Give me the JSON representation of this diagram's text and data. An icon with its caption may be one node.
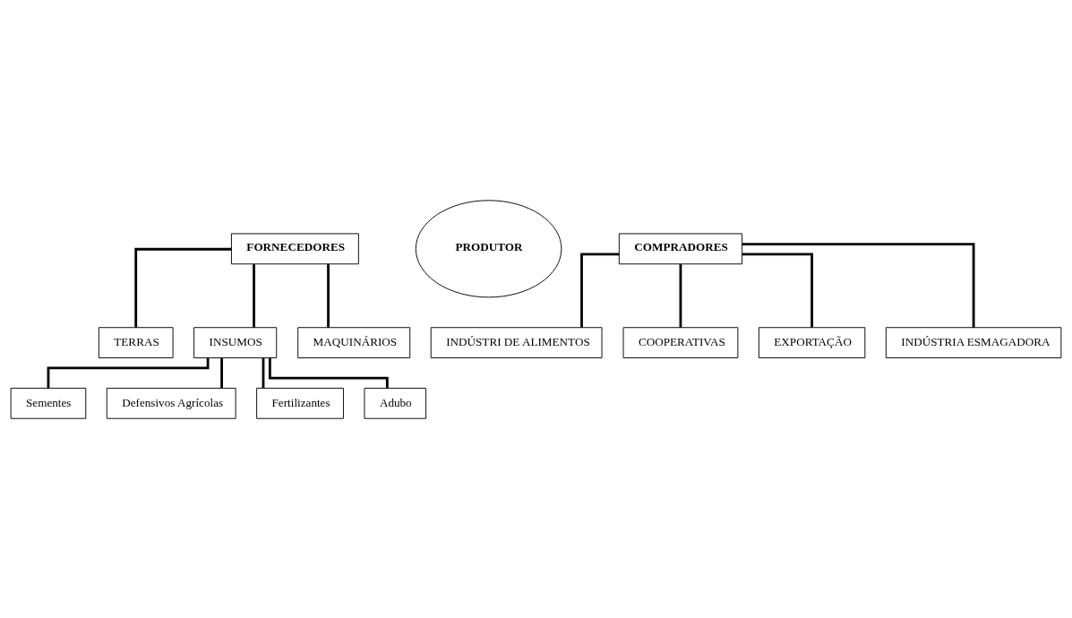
{
  "diagram": {
    "nodes": [
      {
        "text": [
          "FORNECEDORES"
        ]
      },
      {
        "text": [
          "COMPRADORES"
        ]
      },
      {
        "text": [
          "TERRAS"
        ]
      },
      {
        "text": [
          "INSUMOS"
        ]
      },
      {
        "text": [
          "Sementes"
        ]
      },
      {
        "text": [
          "Defensivos Agrícolas"
        ]
      },
      {
        "text": [
          "Fertilizantes"
        ]
      },
      {
        "text": [
          "Adubo"
        ]
      },
      {
        "text": [
          "MAQUINÁRIOS"
        ]
      },
      {
        "text": [
          "PRODUTOR"
        ]
      },
      {
        "text": [
          "INDÚSTRI DE ALIMENTOS"
        ]
      },
      {
        "text": [
          "COOPERATIVAS"
        ]
      },
      {
        "text": [
          "EXPORTAÇÃO"
        ]
      },
      {
        "text": [
          "INDÚSTRIA ESMAGADORA"
        ]
      }
    ],
    "edges": [
      {
        "from": 0,
        "to": 2,
        "arrow": "none"
      },
      {
        "from": 0,
        "to": 3,
        "arrow": "none"
      },
      {
        "from": 0,
        "to": 8,
        "arrow": "none"
      },
      {
        "from": 3,
        "to": 4,
        "arrow": "none"
      },
      {
        "from": 3,
        "to": 5,
        "arrow": "none"
      },
      {
        "from": 3,
        "to": 6,
        "arrow": "none"
      },
      {
        "from": 3,
        "to": 7,
        "arrow": "none"
      },
      {
        "from": 1,
        "to": 10,
        "arrow": "none"
      },
      {
        "from": 1,
        "to": 11,
        "arrow": "none"
      },
      {
        "from": 1,
        "to": 12,
        "arrow": "none"
      },
      {
        "from": 1,
        "to": 13,
        "arrow": "none"
      }
    ]
  }
}
